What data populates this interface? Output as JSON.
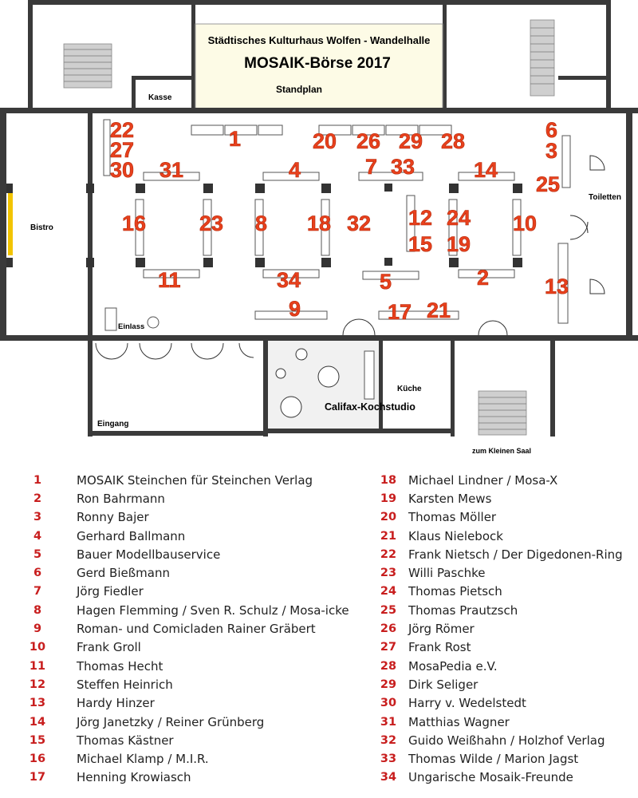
{
  "plan": {
    "header_venue": "Städtisches Kulturhaus Wolfen - Wandelhalle",
    "header_event": "MOSAIK-Börse 2017",
    "header_subtitle": "Standplan",
    "rooms": {
      "kasse": "Kasse",
      "bistro": "Bistro",
      "toiletten": "Toiletten",
      "einlass": "Einlass",
      "eingang": "Eingang",
      "kueche": "Küche",
      "kochstudio": "Califax-Kochstudio",
      "kleiner_saal": "zum Kleinen Saal"
    },
    "booth_numbers": [
      "22",
      "27",
      "30",
      "31",
      "1",
      "20",
      "26",
      "29",
      "28",
      "6",
      "3",
      "25",
      "4",
      "7",
      "33",
      "14",
      "16",
      "23",
      "8",
      "18",
      "32",
      "12",
      "24",
      "10",
      "15",
      "19",
      "11",
      "34",
      "5",
      "2",
      "13",
      "9",
      "17",
      "21"
    ],
    "colors": {
      "booth_number": "#e8401c",
      "legend_number": "#c81e1e"
    }
  },
  "legend": {
    "left": [
      {
        "num": "1",
        "name": "MOSAIK Steinchen für Steinchen Verlag"
      },
      {
        "num": "2",
        "name": "Ron Bahrmann"
      },
      {
        "num": "3",
        "name": "Ronny Bajer"
      },
      {
        "num": "4",
        "name": "Gerhard Ballmann"
      },
      {
        "num": "5",
        "name": "Bauer Modellbauservice"
      },
      {
        "num": "6",
        "name": "Gerd Bießmann"
      },
      {
        "num": "7",
        "name": "Jörg Fiedler"
      },
      {
        "num": "8",
        "name": "Hagen Flemming / Sven R. Schulz / Mosa-icke"
      },
      {
        "num": "9",
        "name": "Roman- und Comicladen Rainer Gräbert"
      },
      {
        "num": "10",
        "name": "Frank Groll"
      },
      {
        "num": "11",
        "name": "Thomas Hecht"
      },
      {
        "num": "12",
        "name": "Steffen Heinrich"
      },
      {
        "num": "13",
        "name": "Hardy Hinzer"
      },
      {
        "num": "14",
        "name": "Jörg Janetzky / Reiner Grünberg"
      },
      {
        "num": "15",
        "name": "Thomas Kästner"
      },
      {
        "num": "16",
        "name": "Michael Klamp / M.I.R."
      },
      {
        "num": "17",
        "name": "Henning Krowiasch"
      }
    ],
    "right": [
      {
        "num": "18",
        "name": "Michael Lindner / Mosa-X"
      },
      {
        "num": "19",
        "name": "Karsten Mews"
      },
      {
        "num": "20",
        "name": "Thomas Möller"
      },
      {
        "num": "21",
        "name": "Klaus Nielebock"
      },
      {
        "num": "22",
        "name": "Frank Nietsch / Der Digedonen-Ring"
      },
      {
        "num": "23",
        "name": "Willi Paschke"
      },
      {
        "num": "24",
        "name": "Thomas Pietsch"
      },
      {
        "num": "25",
        "name": "Thomas Prautzsch"
      },
      {
        "num": "26",
        "name": "Jörg Römer"
      },
      {
        "num": "27",
        "name": "Frank Rost"
      },
      {
        "num": "28",
        "name": "MosaPedia e.V."
      },
      {
        "num": "29",
        "name": "Dirk Seliger"
      },
      {
        "num": "30",
        "name": "Harry v. Wedelstedt"
      },
      {
        "num": "31",
        "name": "Matthias Wagner"
      },
      {
        "num": "32",
        "name": "Guido Weißhahn / Holzhof Verlag"
      },
      {
        "num": "33",
        "name": "Thomas Wilde / Marion Jagst"
      },
      {
        "num": "34",
        "name": "Ungarische Mosaik-Freunde"
      }
    ]
  }
}
